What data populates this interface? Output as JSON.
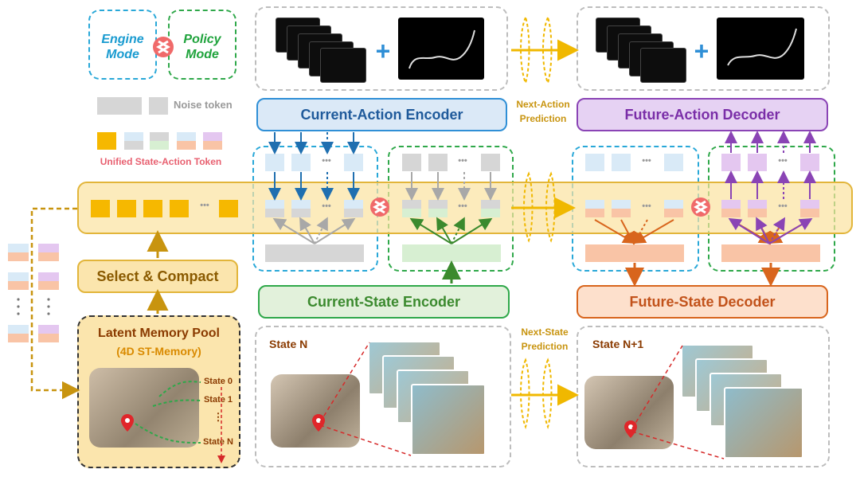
{
  "legend": {
    "engine_mode": "Engine\nMode",
    "policy_mode": "Policy\nMode",
    "noise_token": "Noise token",
    "unified_token": "Unified State-Action Token"
  },
  "modules": {
    "current_action_encoder": "Current-Action Encoder",
    "future_action_decoder": "Future-Action Decoder",
    "current_state_encoder": "Current-State Encoder",
    "future_state_decoder": "Future-State Decoder",
    "select_compact": "Select & Compact",
    "memory_title": "Latent Memory Pool",
    "memory_subtitle": "(4D ST-Memory)"
  },
  "predictions": {
    "next_action": "Next-Action\nPrediction",
    "next_state": "Next-State\nPrediction"
  },
  "states": {
    "current": "State N",
    "future": "State N+1",
    "list": [
      "State 0",
      "State 1",
      "⋮",
      "State N"
    ]
  },
  "symbols": {
    "plus": "+",
    "ellipsis": "•••"
  },
  "colors": {
    "blue": "#29a8d8",
    "green": "#2fa84a",
    "purple": "#8a44b5",
    "orange": "#d8651d",
    "gold": "#d9a21a",
    "yellow_fill": "#fbe7ad",
    "noise": "#d6d6d6"
  }
}
